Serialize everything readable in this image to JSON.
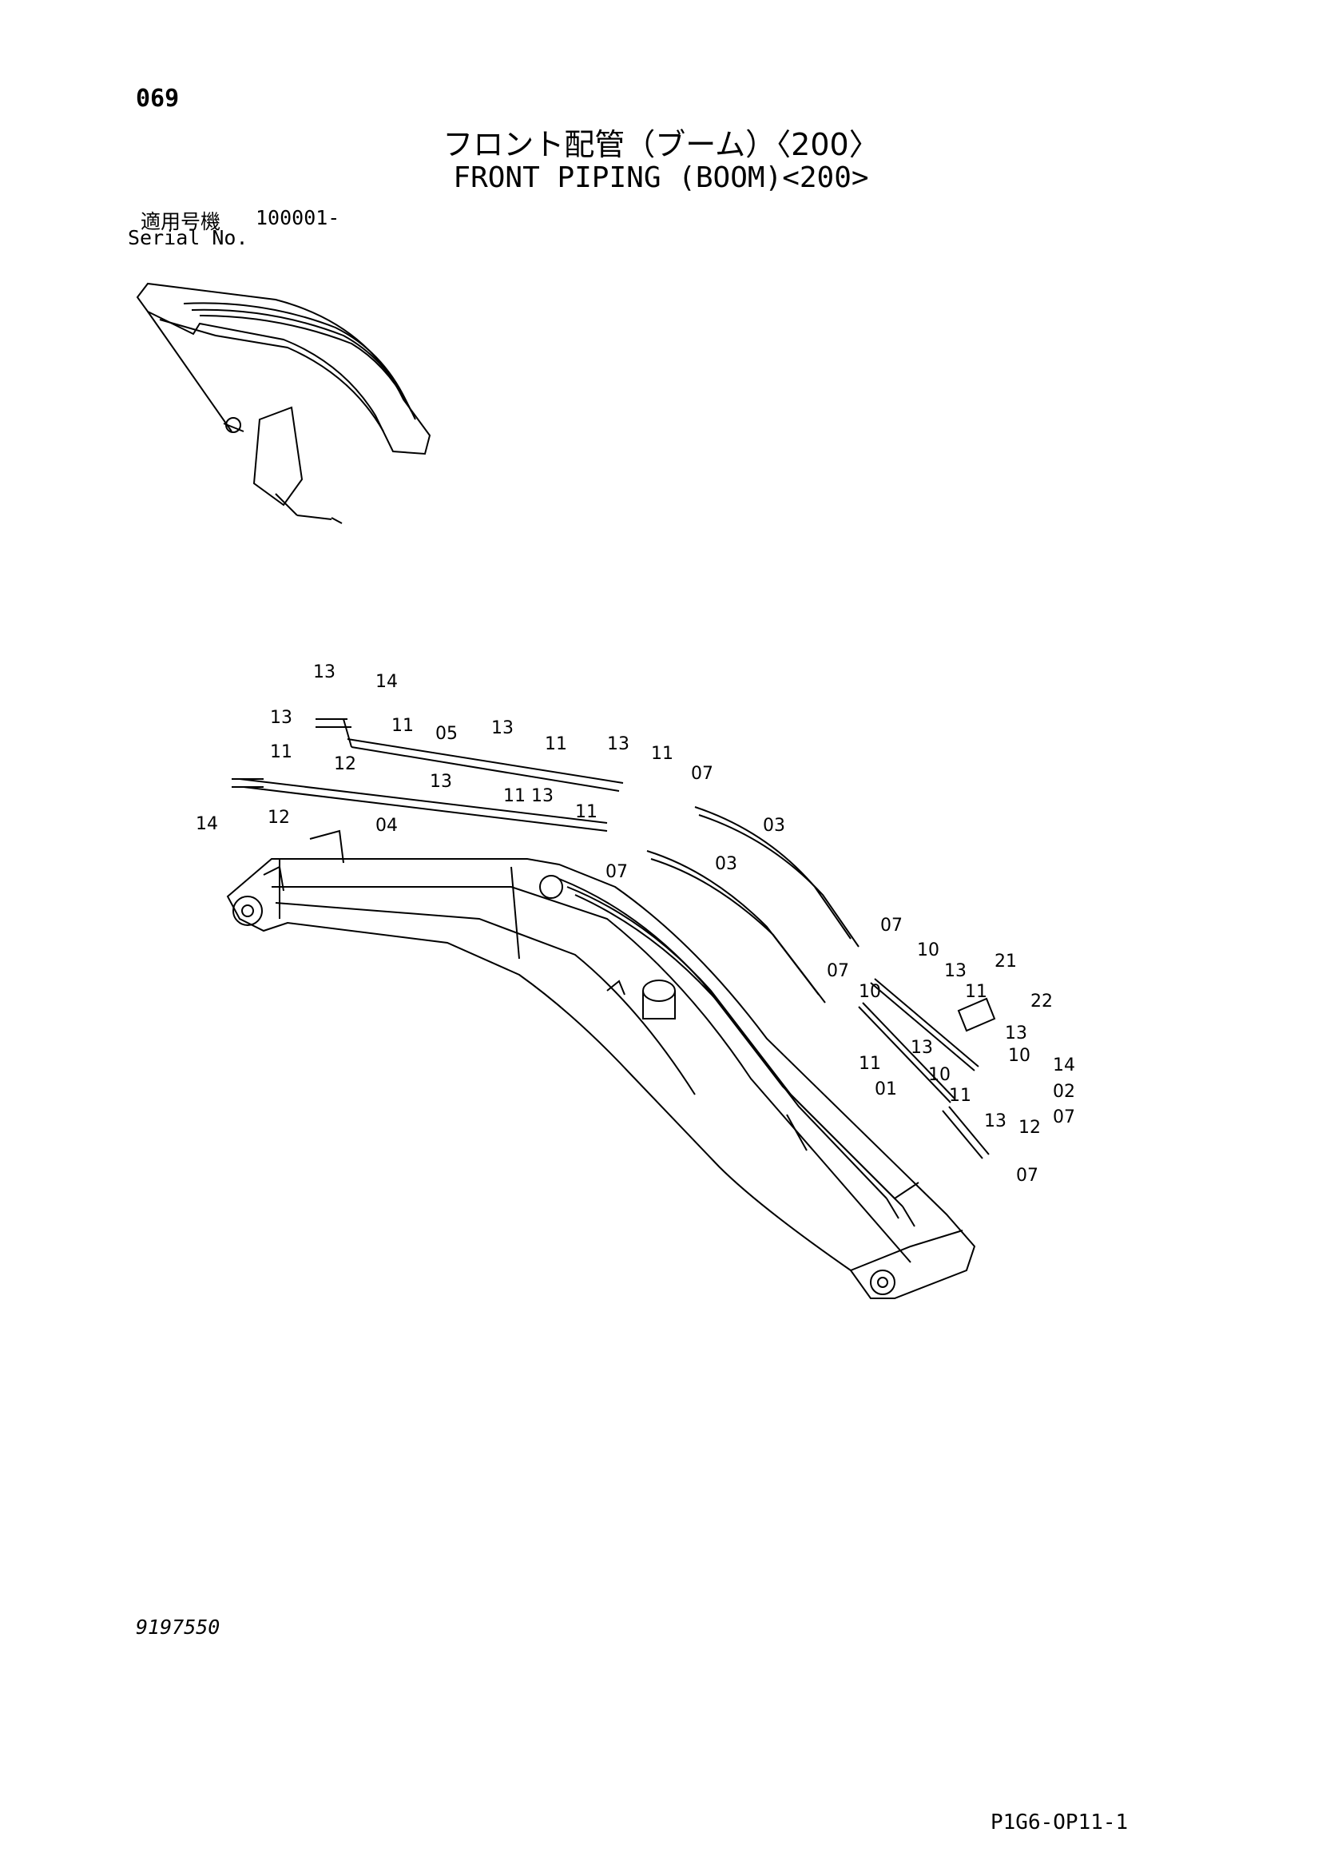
{
  "header": {
    "page_number": "069",
    "title_jp": "フロント配管（ブーム）〈200〉",
    "title_en": "FRONT PIPING (BOOM)<200>",
    "serial_label_jp": "適用号機",
    "serial_value": "100001-",
    "serial_label_en": "Serial No."
  },
  "footer": {
    "drawing_number": "9197550",
    "page_ref": "P1G6-OP11-1"
  },
  "callouts": [
    {
      "label": "13"
    },
    {
      "label": "14"
    },
    {
      "label": "13"
    },
    {
      "label": "11"
    },
    {
      "label": "05"
    },
    {
      "label": "11"
    },
    {
      "label": "12"
    },
    {
      "label": "13"
    },
    {
      "label": "11"
    },
    {
      "label": "13"
    },
    {
      "label": "11"
    },
    {
      "label": "07"
    },
    {
      "label": "13"
    },
    {
      "label": "11"
    },
    {
      "label": "13"
    },
    {
      "label": "11"
    },
    {
      "label": "14"
    },
    {
      "label": "12"
    },
    {
      "label": "04"
    },
    {
      "label": "03"
    },
    {
      "label": "07"
    },
    {
      "label": "03"
    },
    {
      "label": "07"
    },
    {
      "label": "10"
    },
    {
      "label": "13"
    },
    {
      "label": "21"
    },
    {
      "label": "07"
    },
    {
      "label": "11"
    },
    {
      "label": "22"
    },
    {
      "label": "10"
    },
    {
      "label": "13"
    },
    {
      "label": "13"
    },
    {
      "label": "10"
    },
    {
      "label": "11"
    },
    {
      "label": "14"
    },
    {
      "label": "01"
    },
    {
      "label": "10"
    },
    {
      "label": "02"
    },
    {
      "label": "11"
    },
    {
      "label": "13"
    },
    {
      "label": "12"
    },
    {
      "label": "07"
    },
    {
      "label": "07"
    }
  ]
}
